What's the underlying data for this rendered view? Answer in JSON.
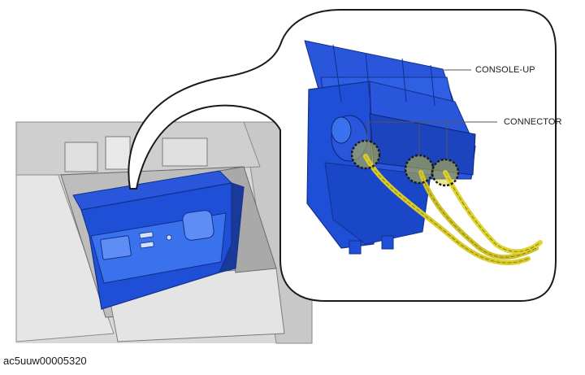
{
  "callouts": {
    "console_up": "CONSOLE-UP",
    "connector": "CONNECTOR"
  },
  "figure_id": "ac5uuw00005320",
  "colors": {
    "console_blue": "#1f4fd6",
    "console_dark": "#1a3a9a",
    "harness_yellow": "#d9cc2a",
    "trim_gray": "#d8d8d8"
  }
}
